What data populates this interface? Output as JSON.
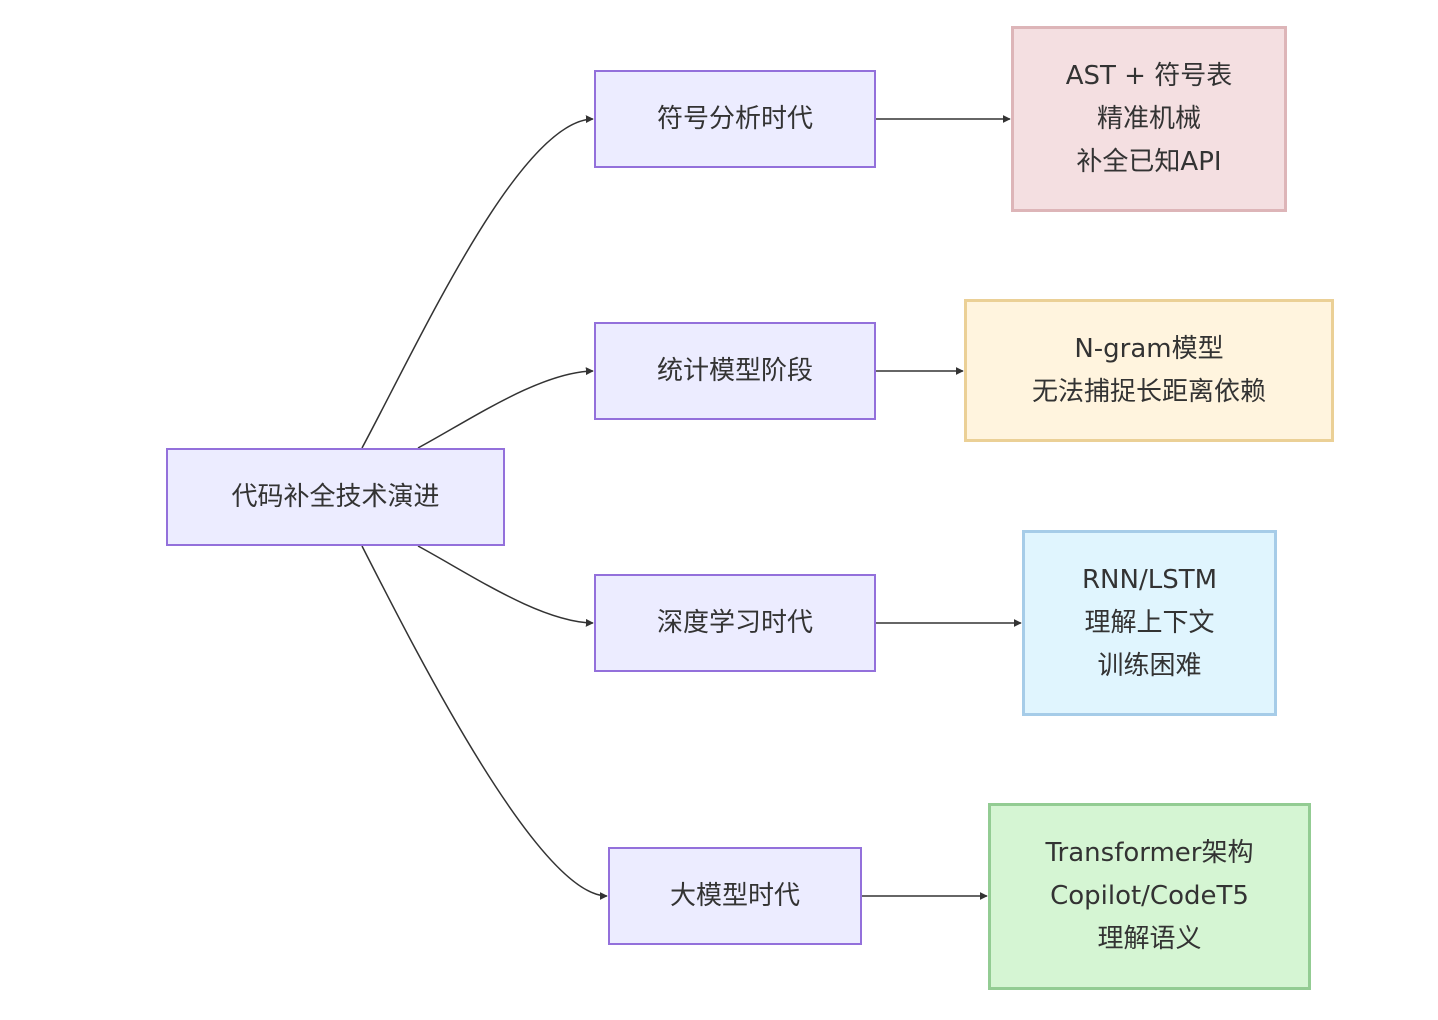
{
  "diagram": {
    "root": {
      "label": "代码补全技术演进"
    },
    "stages": [
      {
        "label": "符号分析时代",
        "detail_lines": [
          "AST + 符号表",
          "精准机械",
          "补全已知API"
        ],
        "color": "#f4dfe1"
      },
      {
        "label": "统计模型阶段",
        "detail_lines": [
          "N-gram模型",
          "无法捕捉长距离依赖"
        ],
        "color": "#fff4de"
      },
      {
        "label": "深度学习时代",
        "detail_lines": [
          "RNN/LSTM",
          "理解上下文",
          "训练困难"
        ],
        "color": "#e0f5fe"
      },
      {
        "label": "大模型时代",
        "detail_lines": [
          "Transformer架构",
          "Copilot/CodeT5",
          "理解语义"
        ],
        "color": "#d5f5d3"
      }
    ],
    "colors": {
      "node_fill": "#ececff",
      "node_border": "#9370db",
      "edge": "#333333"
    }
  }
}
